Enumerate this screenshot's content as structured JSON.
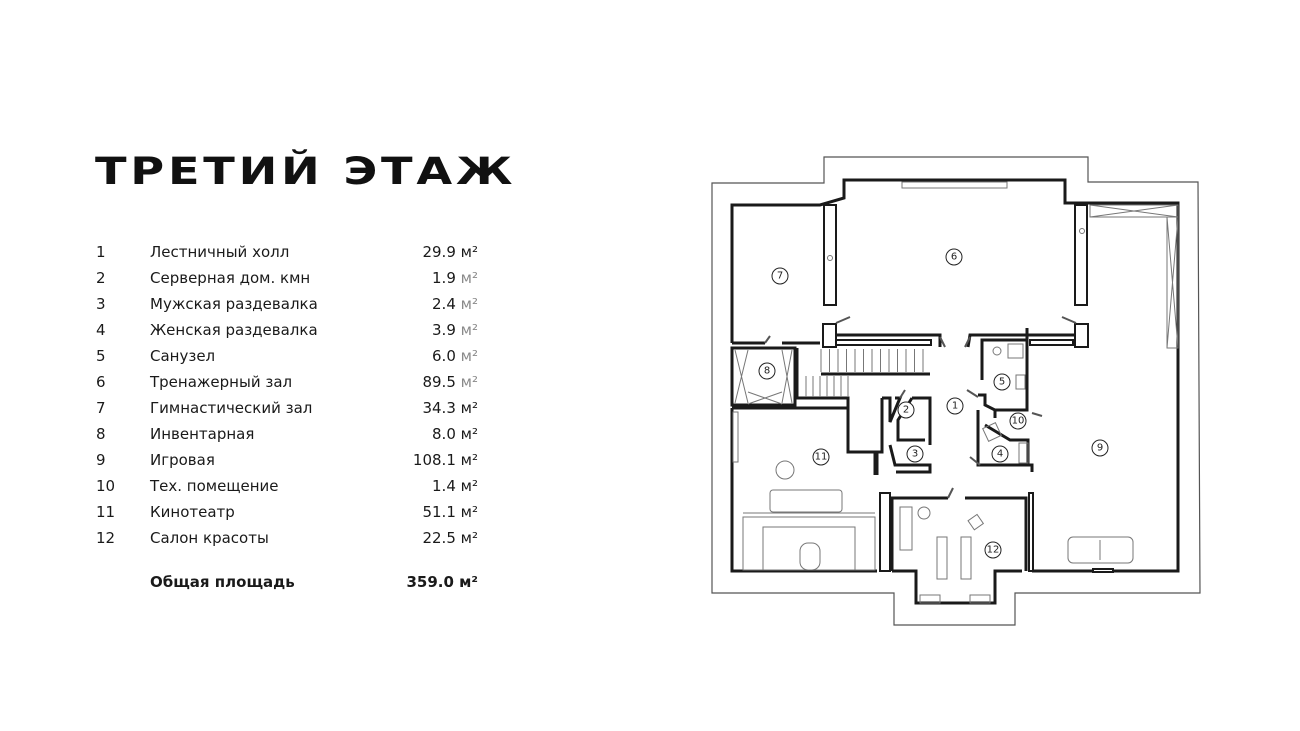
{
  "title": "ТРЕТИЙ ЭТАЖ",
  "unit": "м²",
  "rooms": [
    {
      "num": "1",
      "name": "Лестничный холл",
      "area": "29.9"
    },
    {
      "num": "2",
      "name": "Серверная дом. кмн",
      "area": "1.9"
    },
    {
      "num": "3",
      "name": "Мужская раздевалка",
      "area": "2.4"
    },
    {
      "num": "4",
      "name": "Женская раздевалка",
      "area": "3.9"
    },
    {
      "num": "5",
      "name": "Санузел",
      "area": "6.0"
    },
    {
      "num": "6",
      "name": "Тренажерный зал",
      "area": "89.5"
    },
    {
      "num": "7",
      "name": "Гимнастический зал",
      "area": "34.3"
    },
    {
      "num": "8",
      "name": "Инвентарная",
      "area": "8.0"
    },
    {
      "num": "9",
      "name": "Игровая",
      "area": "108.1"
    },
    {
      "num": "10",
      "name": "Тех. помещение",
      "area": "1.4"
    },
    {
      "num": "11",
      "name": "Кинотеатр",
      "area": "51.1"
    },
    {
      "num": "12",
      "name": "Салон красоты",
      "area": "22.5"
    }
  ],
  "total": {
    "label": "Общая площадь",
    "area": "359.0 м²"
  }
}
